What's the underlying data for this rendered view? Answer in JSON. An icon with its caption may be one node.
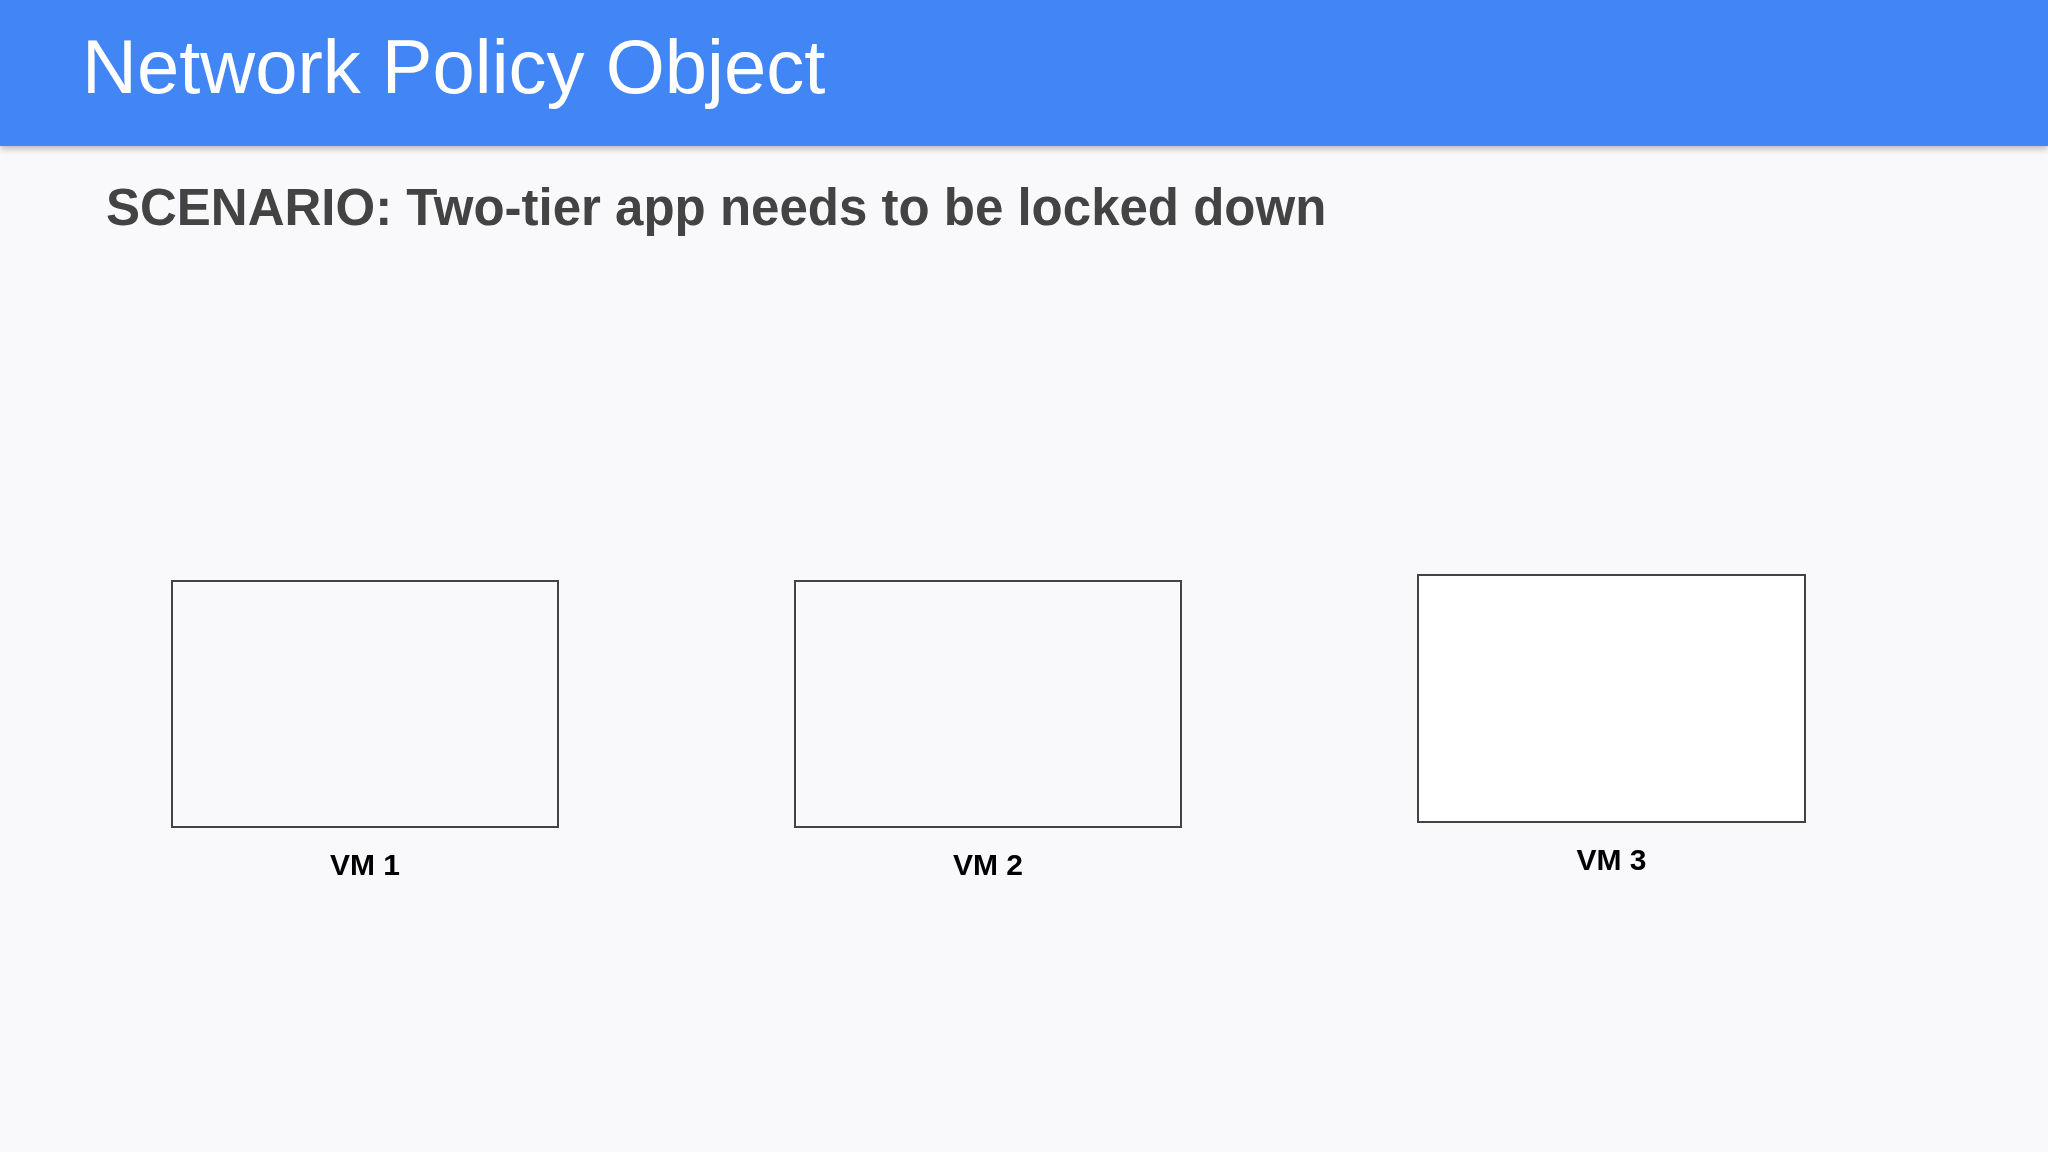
{
  "diagram": {
    "title": "Network Policy Object",
    "nodes": [
      {
        "text": [
          "VM 1"
        ]
      },
      {
        "text": [
          "VM 2"
        ]
      },
      {
        "text": [
          "VM 3"
        ]
      }
    ],
    "edges": [],
    "labels": [
      "SCENARIO: Two-tier app needs to be locked down"
    ]
  }
}
